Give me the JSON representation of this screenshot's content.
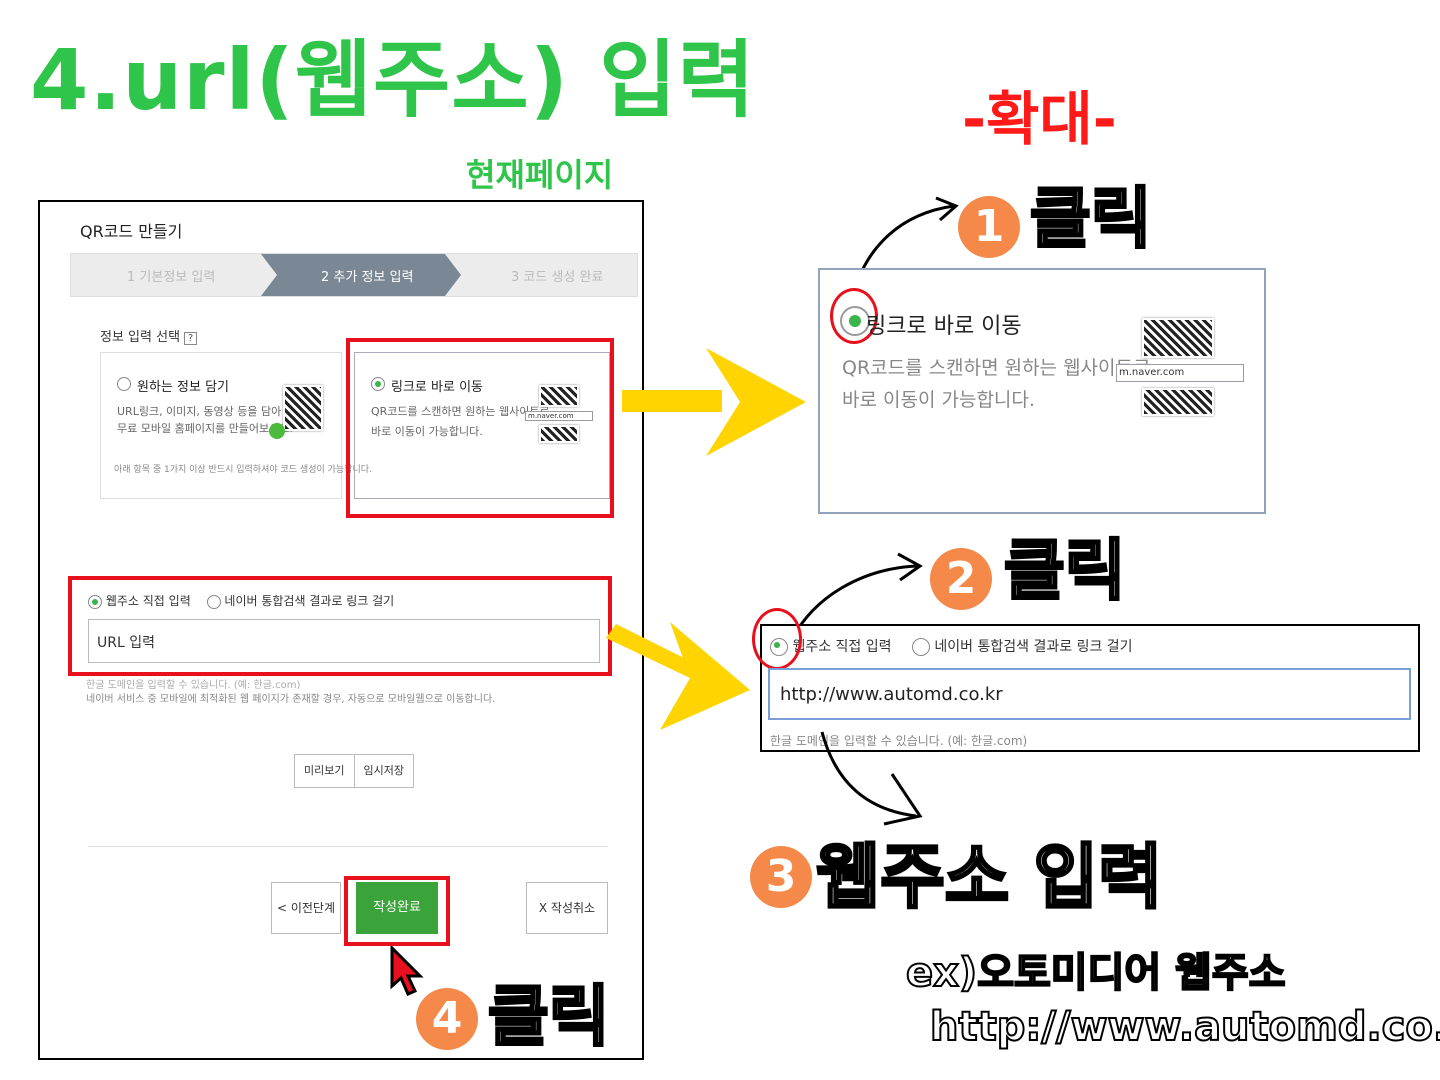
{
  "title": "4.url(웹주소) 입력",
  "subtitle": "현재페이지",
  "zoom_title": "-확대-",
  "form": {
    "heading": "QR코드 만들기",
    "steps": [
      "1 기본정보 입력",
      "2 추가 정보 입력",
      "3 코드 생성 완료"
    ],
    "info_select": "정보 입력 선택",
    "help_mark": "?",
    "option1": {
      "title": "원하는 정보 담기",
      "desc_lines": [
        "URL링크, 이미지, 동영상 등을 담아",
        "무료 모바일 홈페이지를 만들어보세요."
      ],
      "note": "아래 항목 중 1가지 이상 반드시 입력하셔야 코드 생성이 가능합니다."
    },
    "option2": {
      "title": "링크로 바로 이동",
      "desc_lines": [
        "QR코드를 스캔하면 원하는 웹사이트로",
        "바로 이동이 가능합니다."
      ],
      "url_sample": "m.naver.com"
    },
    "url_radio_direct": "웹주소 직접 입력",
    "url_radio_naver": "네이버 통합검색 결과로 링크 걸기",
    "url_placeholder": "URL 입력",
    "help_line1": "한글 도메인을 입력할 수 있습니다. (예: 한글.com)",
    "help_line2": "네이버 서비스 중 모바일에 최적화된 웹 페이지가 존재할 경우, 자동으로 모바일웹으로 이동합니다.",
    "preview_button": "미리보기",
    "temp_save_button": "임시저장",
    "prev_button": "< 이전단계",
    "done_button": "작성완료",
    "cancel_button": "X 작성취소"
  },
  "steps_callouts": {
    "step1_num": "1",
    "step2_num": "2",
    "step3_num": "3",
    "step4_num": "4",
    "click": "클릭",
    "step3_text": "웹주소 입력"
  },
  "zoom1": {
    "title": "링크로 바로 이동",
    "desc_lines": [
      "QR코드를 스캔하면 원하는 웹사이트로",
      "바로 이동이 가능합니다."
    ],
    "url_sample": "m.naver.com"
  },
  "zoom2": {
    "radio_direct": "웹주소 직접 입력",
    "radio_naver": "네이버 통합검색 결과로 링크 걸기",
    "input_value": "http://www.automd.co.kr",
    "help": "한글 도메인을 입력할 수 있습니다. (예: 한글.com)"
  },
  "example": {
    "label": "ex)오토미디어  웹주소",
    "url": "http://www.automd.co.kr"
  },
  "colors": {
    "title_green": "#2fc44a",
    "zoom_red": "#ff1a1a",
    "highlight_red": "#e8101c",
    "badge_orange": "#f5894a",
    "arrow_yellow": "#ffd400",
    "done_green": "#3aa33a"
  }
}
